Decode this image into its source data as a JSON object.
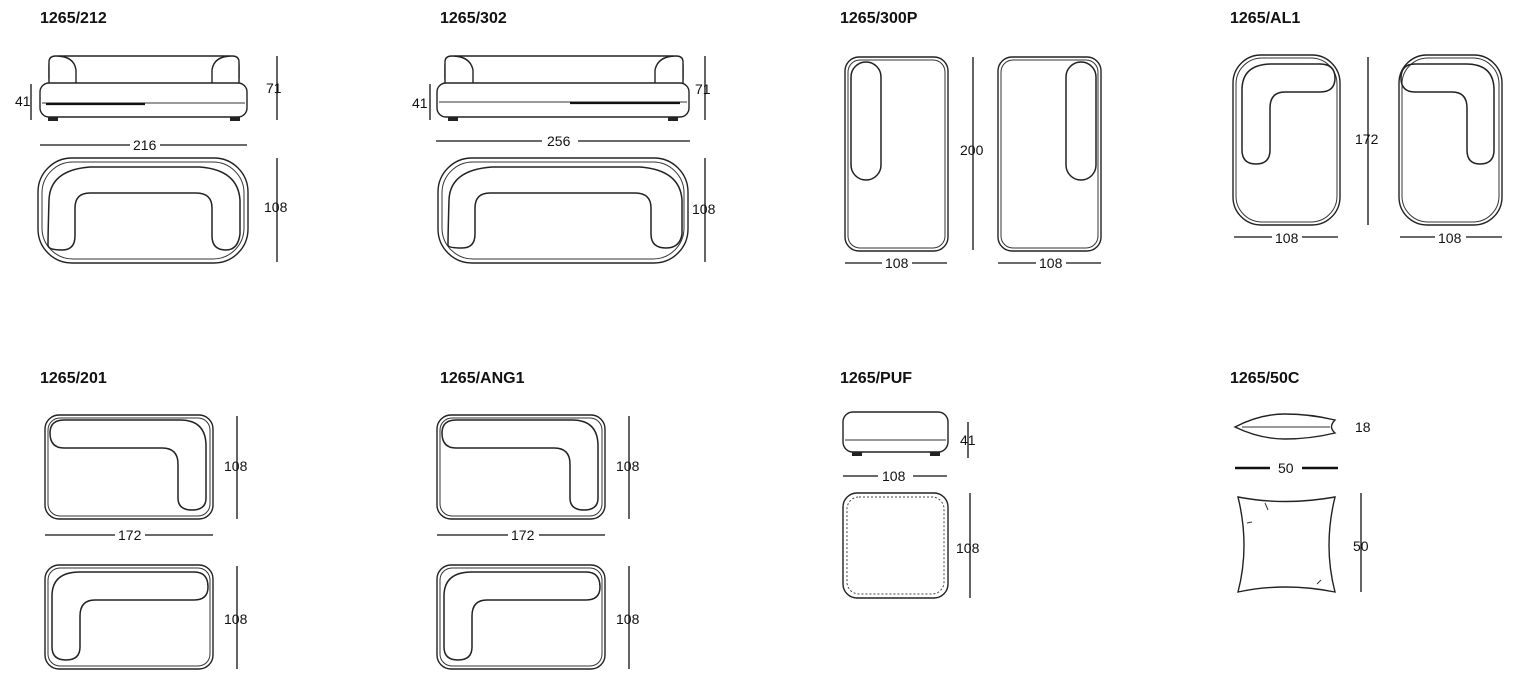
{
  "modules": [
    {
      "code": "1265/212",
      "dims": {
        "seat_h": "41",
        "total_h": "71",
        "width": "216",
        "depth": "108"
      }
    },
    {
      "code": "1265/302",
      "dims": {
        "seat_h": "41",
        "total_h": "71",
        "width": "256",
        "depth": "108"
      }
    },
    {
      "code": "1265/300P",
      "dims": {
        "length": "200",
        "width_left": "108",
        "width_right": "108"
      }
    },
    {
      "code": "1265/AL1",
      "dims": {
        "length": "172",
        "width_left": "108",
        "width_right": "108"
      }
    },
    {
      "code": "1265/201",
      "dims": {
        "width": "172",
        "depth_top": "108",
        "depth_bottom": "108"
      }
    },
    {
      "code": "1265/ANG1",
      "dims": {
        "width": "172",
        "depth_top": "108",
        "depth_bottom": "108"
      }
    },
    {
      "code": "1265/PUF",
      "dims": {
        "height": "41",
        "width": "108",
        "depth": "108"
      }
    },
    {
      "code": "1265/50C",
      "dims": {
        "thickness": "18",
        "width": "50",
        "height": "50"
      }
    }
  ]
}
